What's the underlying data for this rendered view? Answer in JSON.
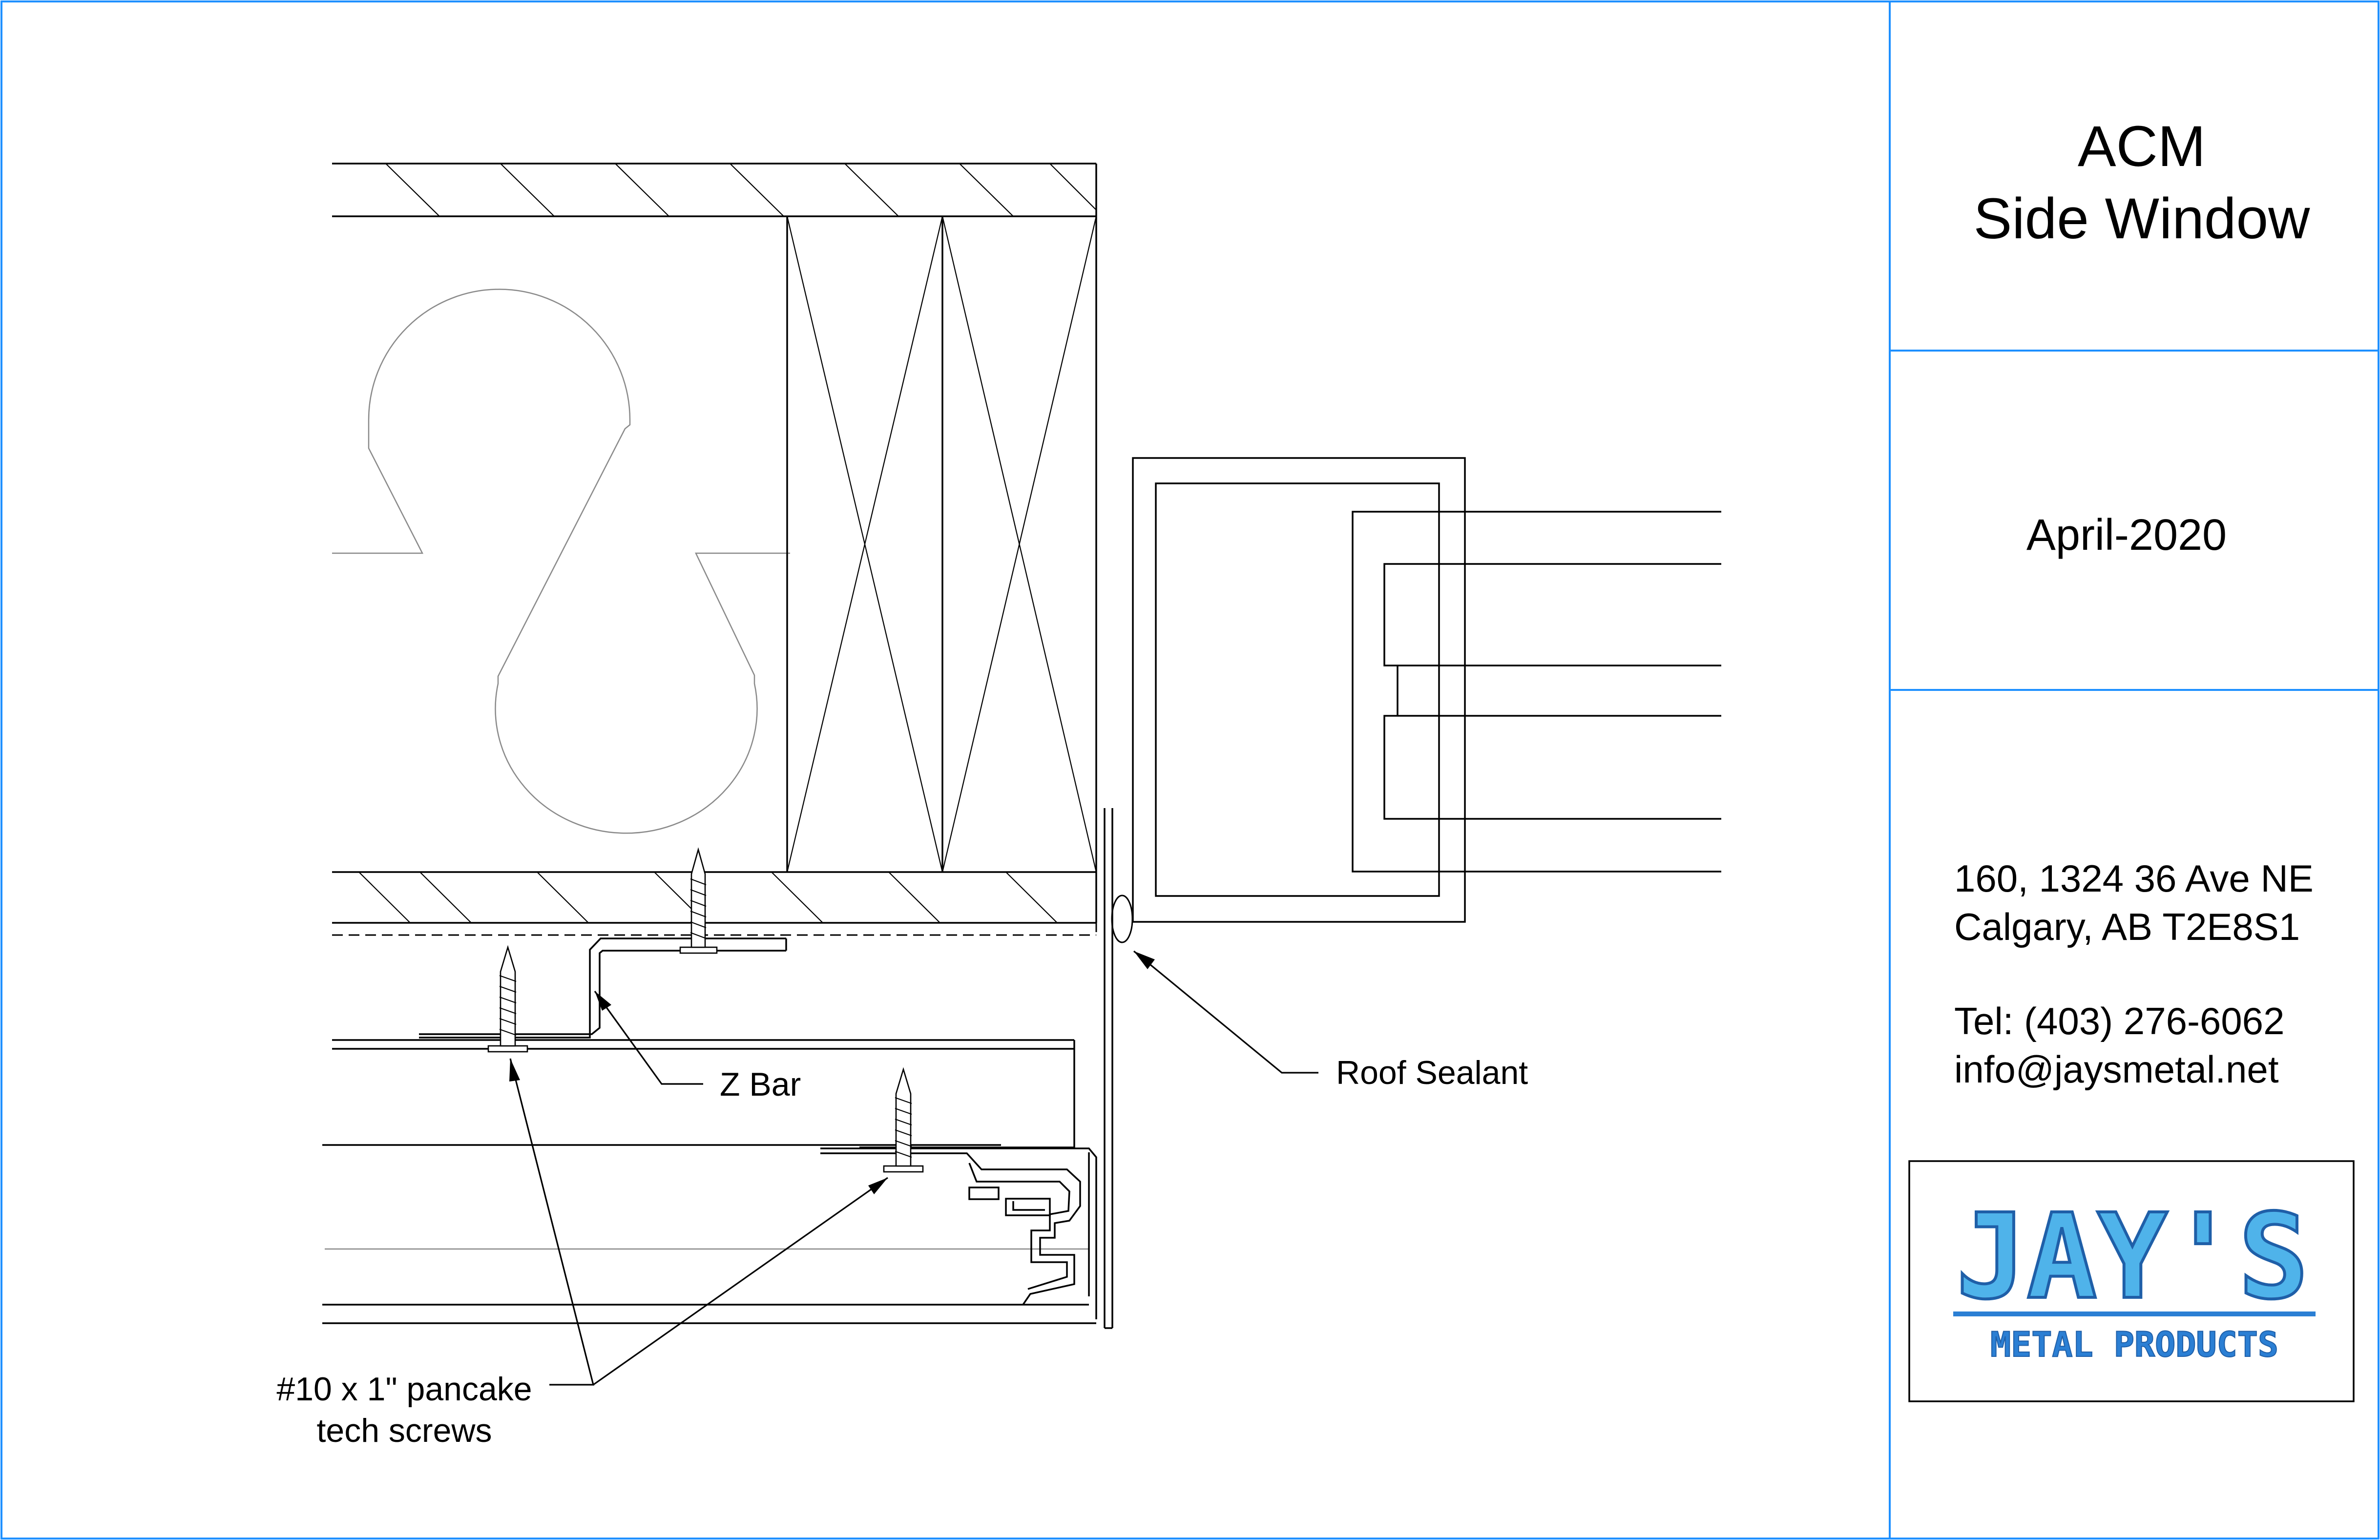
{
  "title_block": {
    "title_line1": "ACM",
    "title_line2": "Side Window",
    "date": "April-2020",
    "address_line1": "160, 1324 36 Ave NE",
    "address_line2": "Calgary, AB T2E8S1",
    "phone": "Tel: (403) 276-6062",
    "email": "info@jaysmetal.net"
  },
  "logo": {
    "name": "JAY'S",
    "tagline": "METAL PRODUCTS",
    "colors": {
      "primary": "#2b7fd4",
      "light": "#4fb3ea",
      "outline": "#1f5fa8"
    }
  },
  "callouts": {
    "roof_sealant": "Roof Sealant",
    "z_bar": "Z Bar",
    "screws_line1": "#10 x 1\" pancake",
    "screws_line2": "tech screws"
  },
  "colors": {
    "border": "#1e90ff",
    "linework": "#000000"
  }
}
